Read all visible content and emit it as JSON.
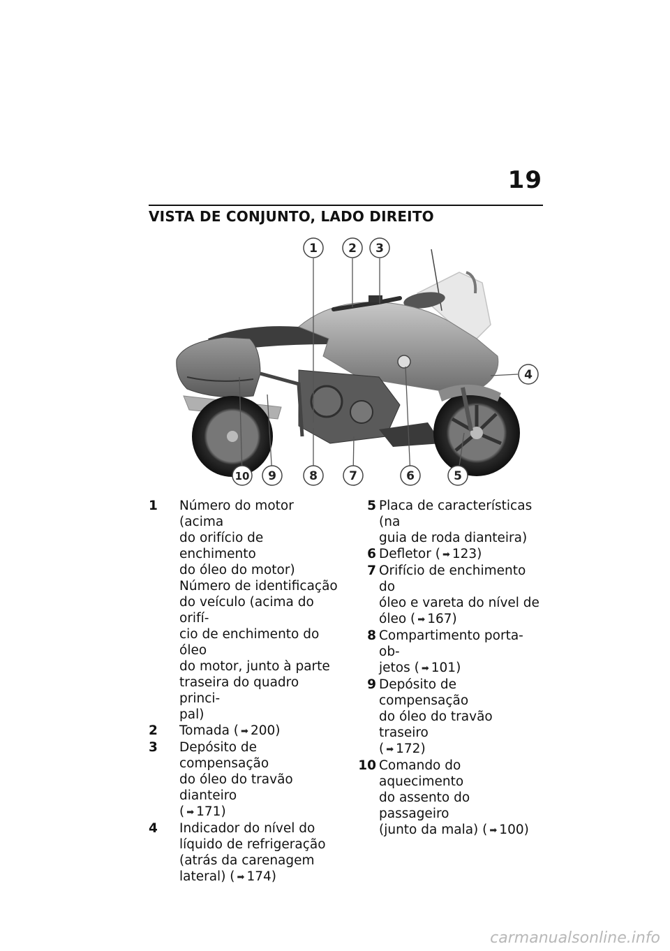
{
  "header": {
    "page_number": "19",
    "section_title": "VISTA DE CONJUNTO, LADO DIREITO"
  },
  "figure": {
    "description_icon": "motorcycle-illustration",
    "callouts_top": [
      "1",
      "2",
      "3"
    ],
    "callouts_right": [
      "4"
    ],
    "callouts_bottom": [
      "10",
      "9",
      "8",
      "7",
      "6",
      "5"
    ],
    "colors": {
      "callout_stroke": "#555555",
      "bike_body": "#9a9a9a",
      "bike_dark": "#3a3a3a"
    }
  },
  "items_left": [
    {
      "num": "1",
      "lines": [
        "Número do motor (acima",
        "do orifício de enchimento",
        "do óleo do motor)",
        "Número de identificação",
        "do veículo (acima do orifí-",
        "cio de enchimento do óleo",
        "do motor, junto à parte",
        "traseira do quadro princi-",
        "pal)"
      ],
      "ref": ""
    },
    {
      "num": "2",
      "lines": [
        "Tomada"
      ],
      "ref": "200"
    },
    {
      "num": "3",
      "lines": [
        "Depósito de compensação",
        "do óleo do travão dianteiro"
      ],
      "ref": "171"
    },
    {
      "num": "4",
      "lines": [
        "Indicador do nível do",
        "líquido de refrigeração",
        "(atrás da carenagem"
      ],
      "last_line": "lateral)",
      "ref": "174"
    }
  ],
  "items_right": [
    {
      "num": "5",
      "lines": [
        "Placa de características (na",
        "guia de roda dianteira)"
      ],
      "ref": ""
    },
    {
      "num": "6",
      "lines": [
        "Defletor"
      ],
      "ref": "123"
    },
    {
      "num": "7",
      "lines": [
        "Orifício de enchimento do",
        "óleo e vareta do nível de"
      ],
      "last_line": "óleo",
      "ref": "167"
    },
    {
      "num": "8",
      "lines": [
        "Compartimento porta-ob-"
      ],
      "last_line": "jetos",
      "ref": "101"
    },
    {
      "num": "9",
      "lines": [
        "Depósito de compensação",
        "do óleo do travão traseiro"
      ],
      "ref": "172"
    },
    {
      "num": "10",
      "lines": [
        "Comando do aquecimento",
        "do assento do passageiro"
      ],
      "last_line": "(junto da mala)",
      "ref": "100"
    }
  ],
  "footer": {
    "watermark": "carmanualsonline.info"
  }
}
